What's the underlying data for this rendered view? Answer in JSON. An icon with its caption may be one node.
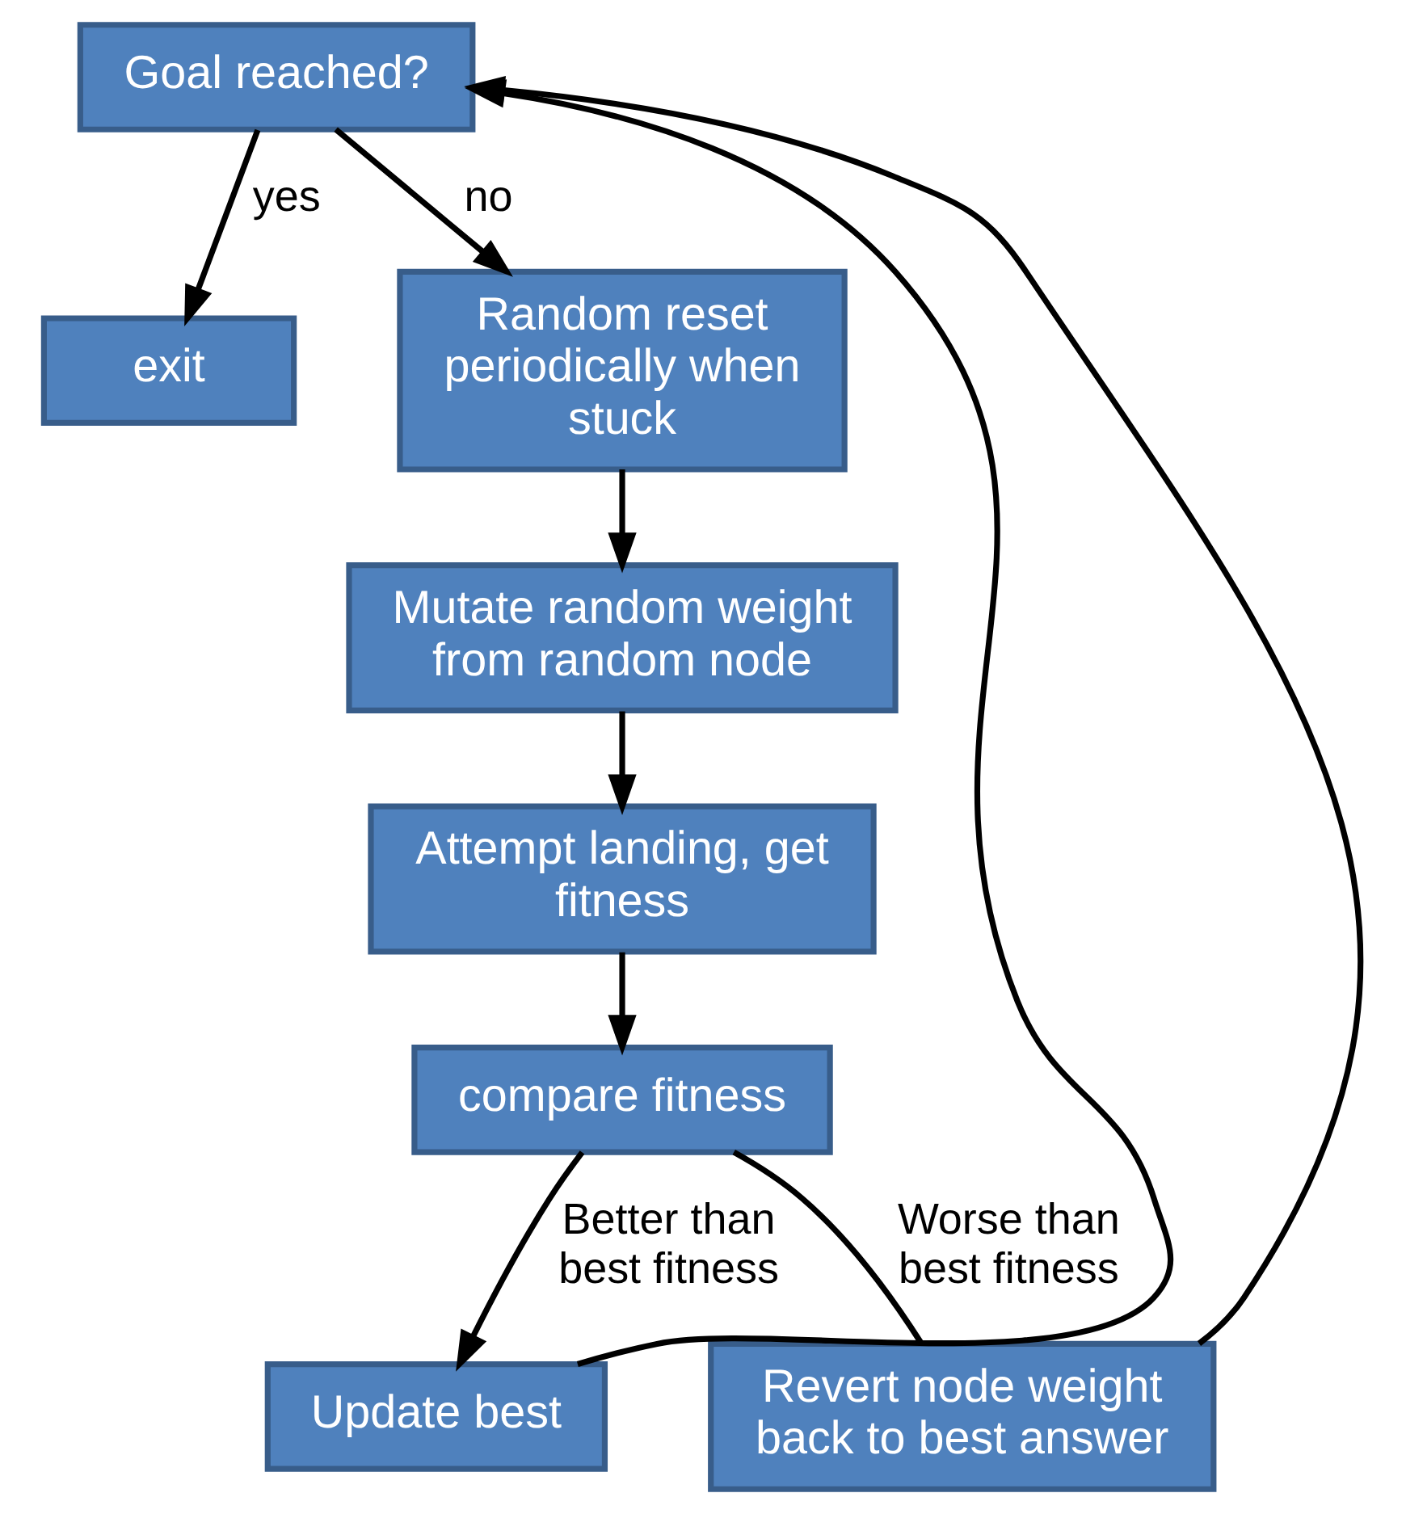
{
  "diagram": {
    "nodes": [
      {
        "text": [
          "Goal reached?"
        ]
      },
      {
        "text": [
          "exit"
        ]
      },
      {
        "text": [
          "Random reset periodically when stuck"
        ]
      },
      {
        "text": [
          "Mutate random weight from random node"
        ]
      },
      {
        "text": [
          "Attempt landing, get fitness"
        ]
      },
      {
        "text": [
          "compare fitness"
        ]
      },
      {
        "text": [
          "Update best"
        ]
      },
      {
        "text": [
          "Revert node weight back to best answer"
        ]
      }
    ],
    "edges": [
      {
        "from": 0,
        "to": 1,
        "arrow": "to",
        "label": "yes"
      },
      {
        "from": 0,
        "to": 2,
        "arrow": "to",
        "label": "no"
      },
      {
        "from": 2,
        "to": 3,
        "arrow": "to"
      },
      {
        "from": 3,
        "to": 4,
        "arrow": "to"
      },
      {
        "from": 4,
        "to": 5,
        "arrow": "to"
      },
      {
        "from": 5,
        "to": 6,
        "arrow": "to",
        "label": "Better than best fitness"
      },
      {
        "from": 5,
        "to": 7,
        "arrow": "none",
        "label": "Worse than best fitness"
      },
      {
        "from": 7,
        "to": 0,
        "arrow": "to"
      },
      {
        "from": 6,
        "to": 0,
        "arrow": "to"
      }
    ]
  }
}
